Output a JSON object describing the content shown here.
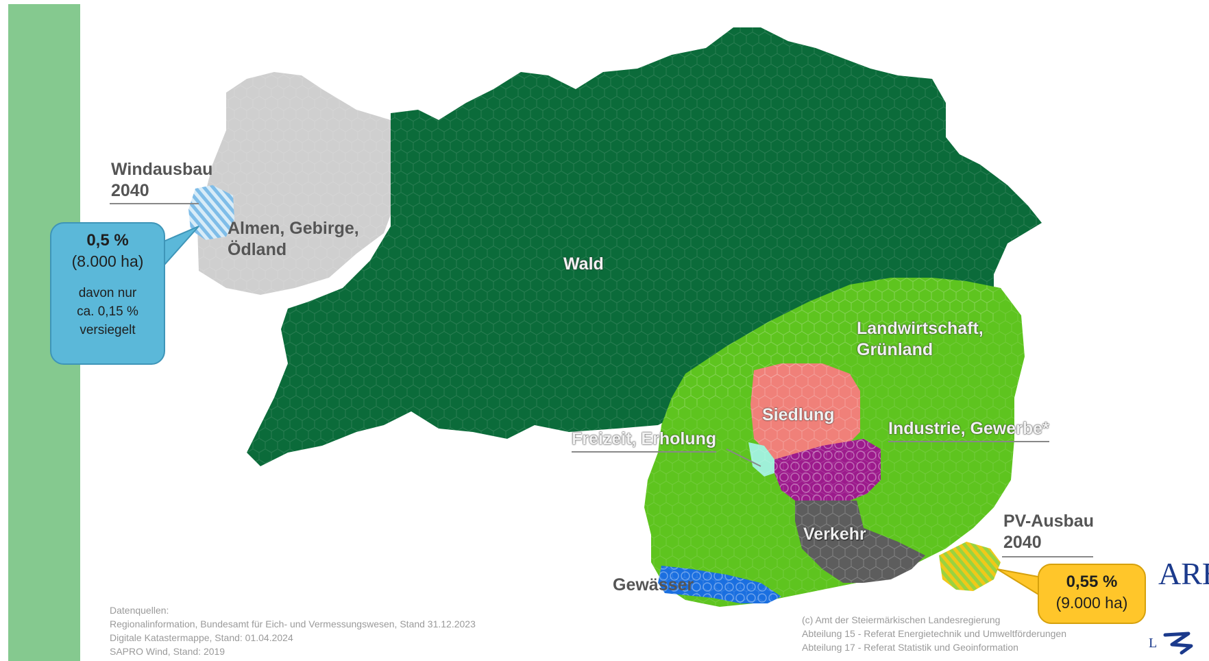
{
  "colors": {
    "side_bar": "#85c98f",
    "wald": "#0b6b3a",
    "almen": "#cfcfcf",
    "landwirtschaft": "#5ec41f",
    "siedlung": "#f08079",
    "industrie": "#9c1a8c",
    "verkehr": "#5d5d5d",
    "gewaesser": "#1a6fe0",
    "freizeit": "#9ff0d8",
    "wind_hatch": "#8dc6ea",
    "pv_hatch": "#f2cc20"
  },
  "map": {
    "labels": {
      "windausbau": "Windausbau",
      "windausbau_year": "2040",
      "almen_line1": "Almen, Gebirge,",
      "almen_line2": "Ödland",
      "wald": "Wald",
      "landwirtschaft_line1": "Landwirtschaft,",
      "landwirtschaft_line2": "Grünland",
      "siedlung": "Siedlung",
      "industrie": "Industrie, Gewerbe*",
      "freizeit": "Freizeit, Erholung",
      "verkehr": "Verkehr",
      "gewaesser": "Gewässer",
      "pv_ausbau": "PV-Ausbau",
      "pv_year": "2040"
    },
    "wind_callout": {
      "percent": "0,5 %",
      "area": "(8.000 ha)",
      "note_line1": "davon nur",
      "note_line2": "ca. 0,15 %",
      "note_line3": "versiegelt"
    },
    "pv_callout": {
      "percent": "0,55 %",
      "area": "(9.000 ha)"
    },
    "sources": {
      "heading": "Datenquellen:",
      "line1": "Regionalinformation, Bundesamt für Eich- und Vermessungswesen, Stand 31.12.2023",
      "line2": "Digitale Katastermappe, Stand: 01.04.2024",
      "line3": "SAPRO Wind, Stand: 2019"
    },
    "credits": {
      "line1": "(c) Amt der Steiermärkischen Landesregierung",
      "line2": "Abteilung 15 - Referat Energietechnik und Umweltförderungen",
      "line3": "Abteilung 17 - Referat Statistik und Geoinformation"
    },
    "logo_fragments": {
      "top": "ARE",
      "bottom": "L"
    }
  }
}
